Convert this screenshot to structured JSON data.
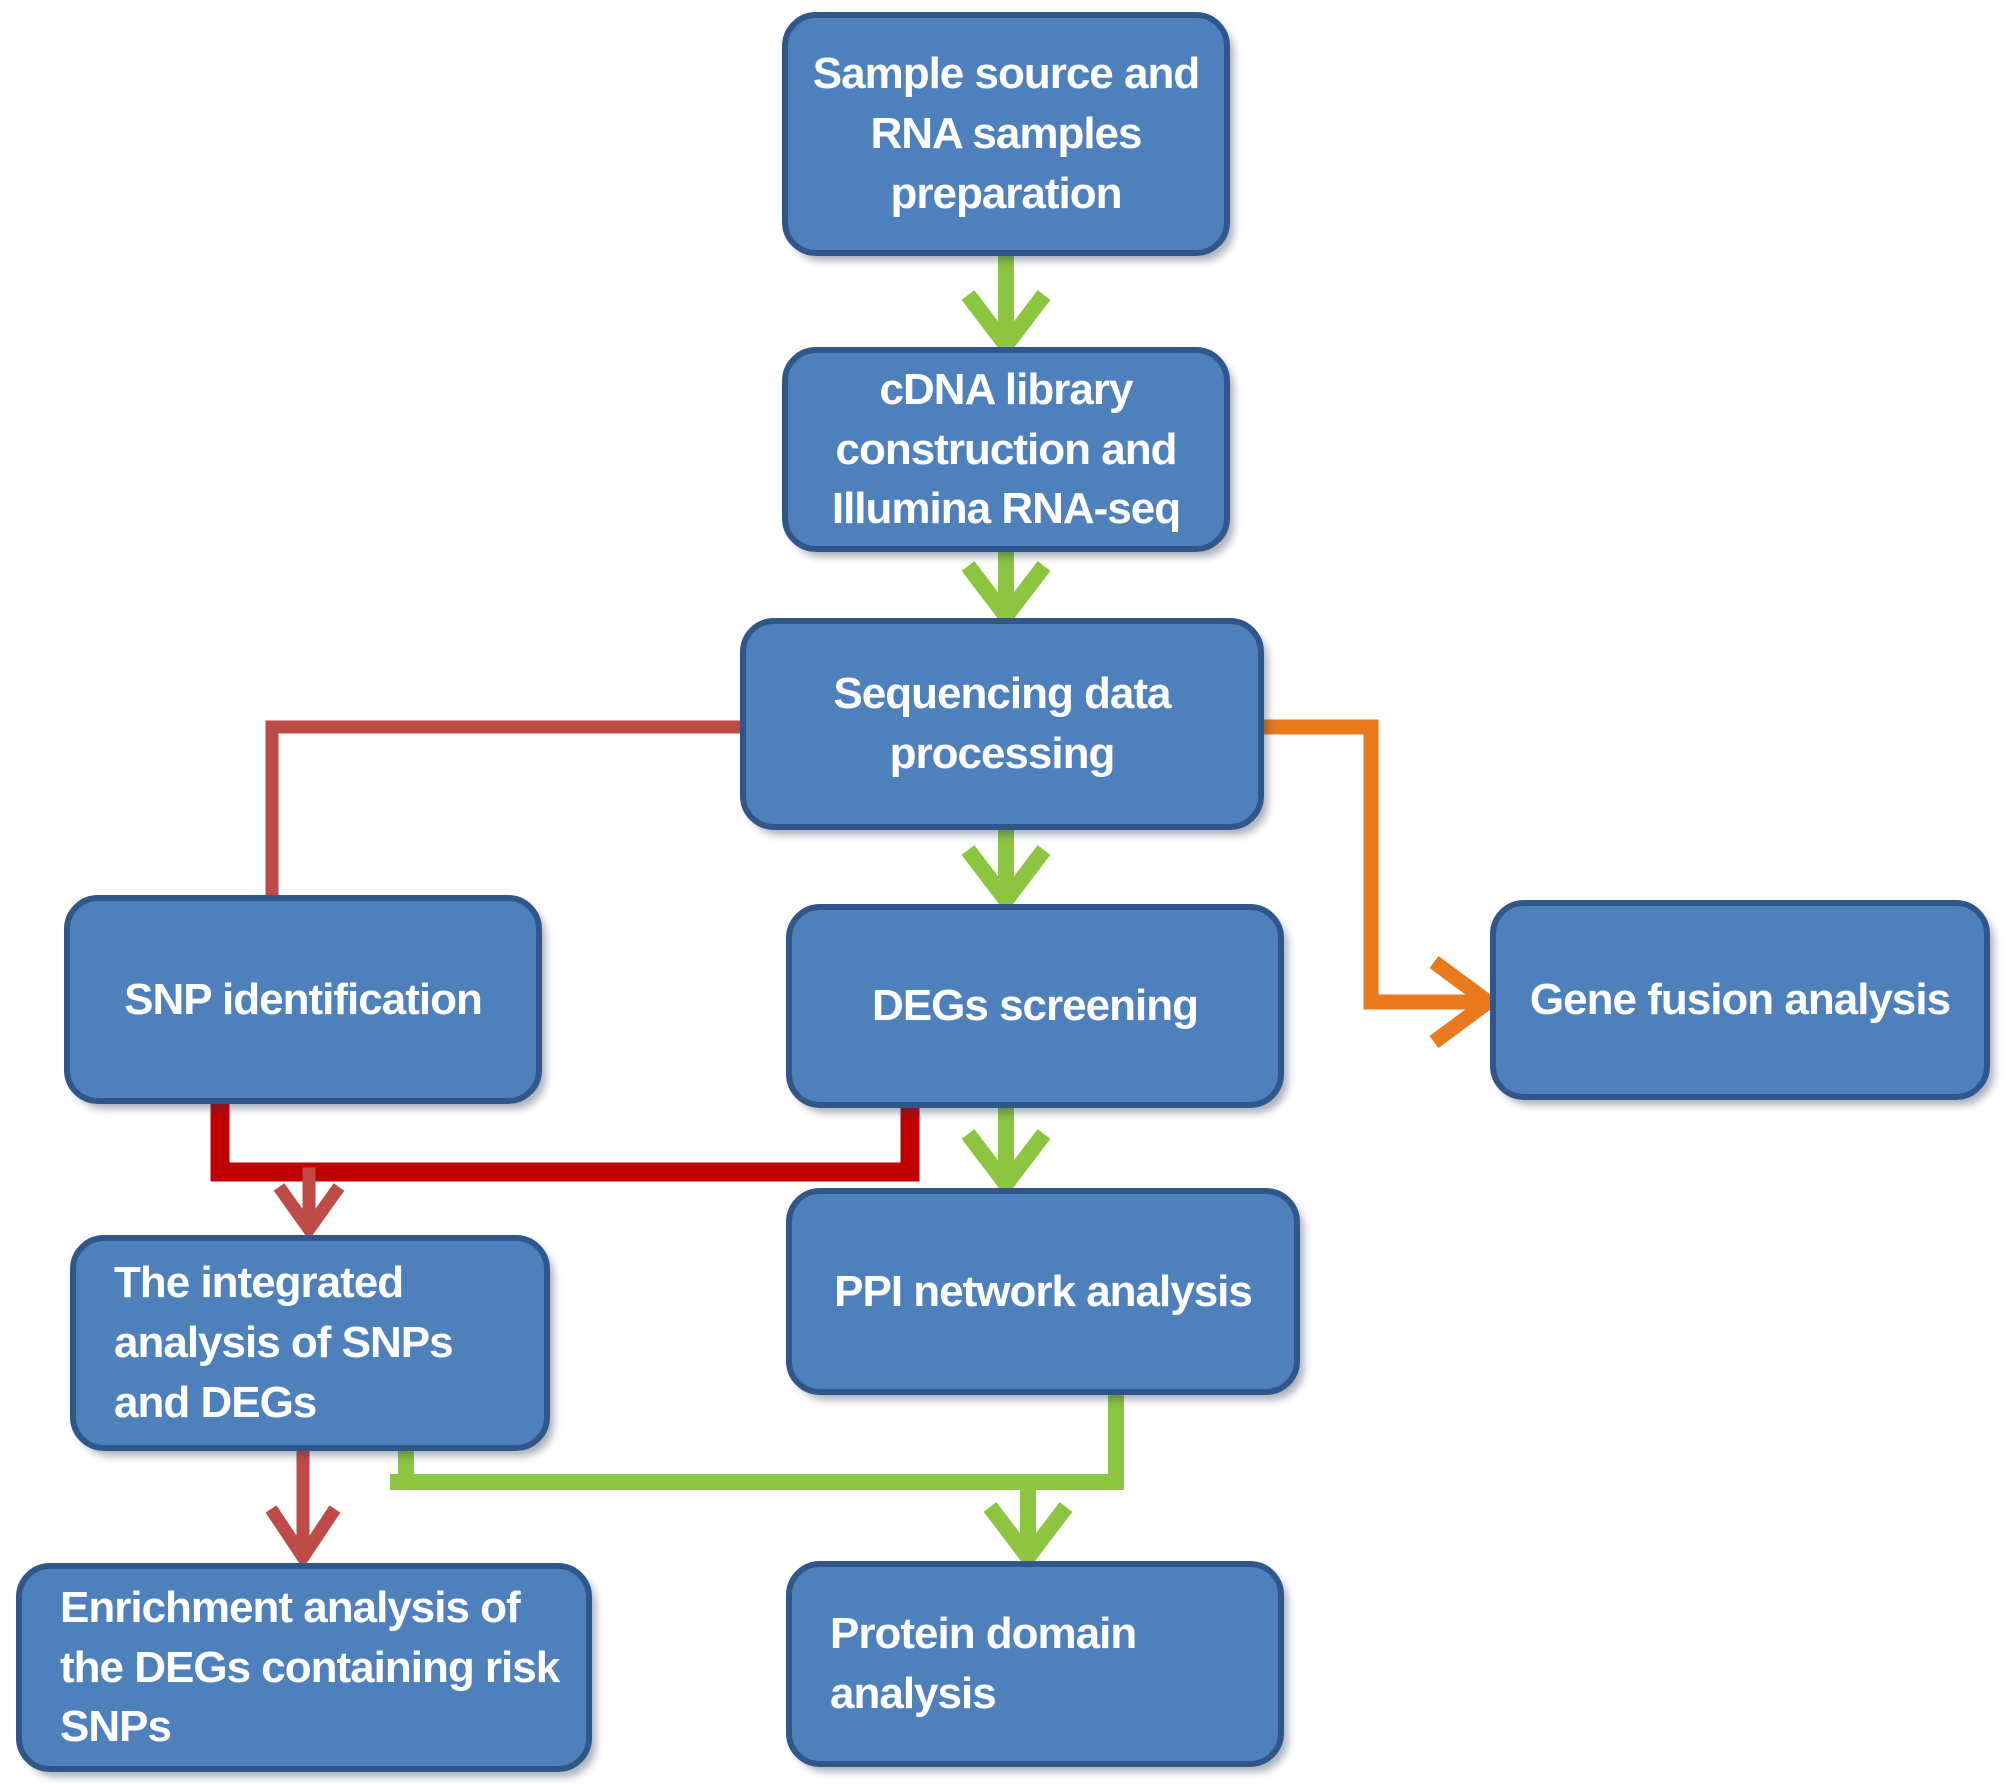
{
  "figure": {
    "type": "flowchart",
    "description": "RNA-seq data analysis workflow from sample preparation to downstream analyses"
  },
  "colors": {
    "background": "#FFFFFF",
    "box_fill": "#4E80BC",
    "box_border": "#31568A",
    "text_color": "#FFFFFF",
    "green": "#8CC540",
    "brick_red": "#BE4B48",
    "bright_red": "#C00000",
    "orange": "#E8791C"
  },
  "nodes": {
    "sample_source": {
      "label": "Sample source and\nRNA samples\npreparation"
    },
    "cdna_library": {
      "label": "cDNA library\nconstruction and\nIllumina RNA-seq"
    },
    "sequencing": {
      "label": "Sequencing data\nprocessing"
    },
    "snp_identification": {
      "label": "SNP identification"
    },
    "degs_screening": {
      "label": "DEGs screening"
    },
    "gene_fusion": {
      "label": "Gene fusion analysis"
    },
    "integrated_analysis": {
      "label": "The integrated\nanalysis of SNPs\nand DEGs"
    },
    "ppi_network": {
      "label": "PPI network analysis"
    },
    "enrichment_analysis": {
      "label": "Enrichment analysis of\nthe DEGs containing risk\nSNPs"
    },
    "protein_domain": {
      "label": "Protein domain\nanalysis"
    }
  },
  "edges": [
    {
      "from": "sample_source",
      "to": "cdna_library",
      "color": "green",
      "arrowhead": true
    },
    {
      "from": "cdna_library",
      "to": "sequencing",
      "color": "green",
      "arrowhead": true
    },
    {
      "from": "sequencing",
      "to": "snp_identification",
      "color": "brick_red",
      "arrowhead": false
    },
    {
      "from": "sequencing",
      "to": "degs_screening",
      "color": "green",
      "arrowhead": true
    },
    {
      "from": "sequencing",
      "to": "gene_fusion",
      "color": "orange",
      "arrowhead": true
    },
    {
      "from": "snp_identification",
      "to": "integrated_analysis",
      "color": "bright_red",
      "arrowhead": true
    },
    {
      "from": "degs_screening",
      "to": "integrated_analysis",
      "color": "bright_red",
      "arrowhead": true
    },
    {
      "from": "degs_screening",
      "to": "ppi_network",
      "color": "green",
      "arrowhead": true
    },
    {
      "from": "integrated_analysis",
      "to": "enrichment_analysis",
      "color": "brick_red",
      "arrowhead": true
    },
    {
      "from": "ppi_network",
      "to": "protein_domain",
      "color": "green",
      "arrowhead": true
    },
    {
      "from": "integrated_analysis",
      "to": "protein_domain",
      "color": "green",
      "arrowhead": true
    }
  ]
}
